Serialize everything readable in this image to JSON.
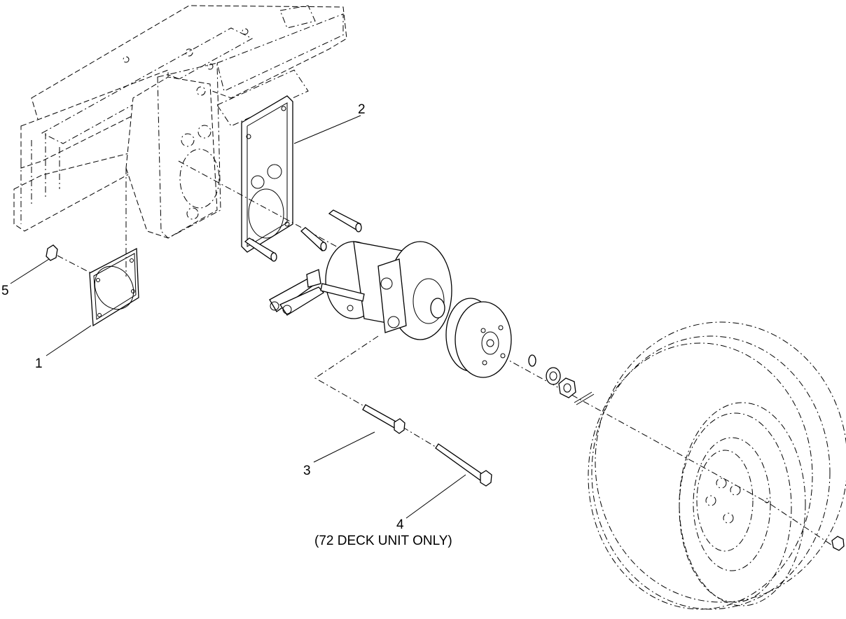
{
  "callouts": {
    "c1": "1",
    "c2": "2",
    "c3": "3",
    "c4": "4",
    "c4_note": "(72 DECK UNIT ONLY)",
    "c5": "5"
  }
}
